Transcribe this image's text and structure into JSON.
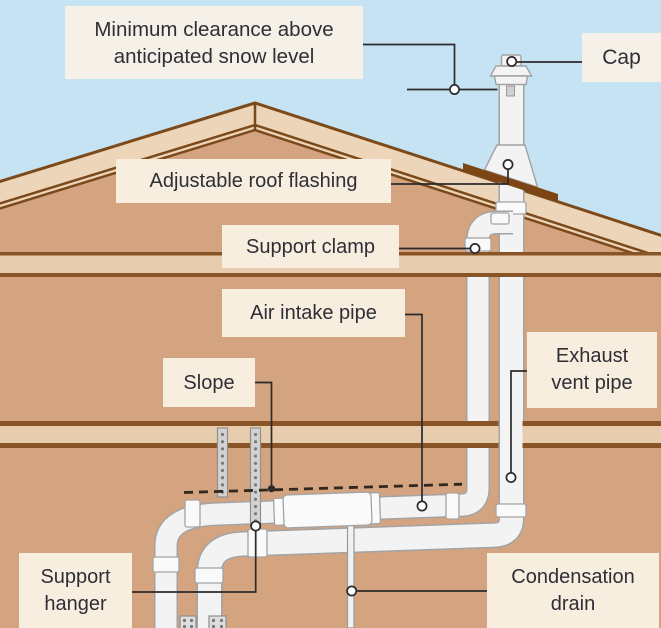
{
  "labels": {
    "min_clearance": {
      "line1": "Minimum clearance above",
      "line2": "anticipated snow level"
    },
    "cap": {
      "line1": "Cap"
    },
    "roof_flashing": {
      "line1": "Adjustable roof flashing"
    },
    "support_clamp": {
      "line1": "Support clamp"
    },
    "air_intake": {
      "line1": "Air intake pipe"
    },
    "slope": {
      "line1": "Slope"
    },
    "support_hanger": {
      "line1": "Support",
      "line2": "hanger"
    },
    "exhaust_vent": {
      "line1": "Exhaust",
      "line2": "vent pipe"
    },
    "condensation_drain": {
      "line1": "Condensation",
      "line2": "drain"
    }
  },
  "colors": {
    "sky": "#c6e3f3",
    "wall": "#d4a480",
    "roof_fill": "#ecd5b8",
    "band_fill": "#e7cdae",
    "line_brown": "#7c4a1a",
    "band_line": "#8a5526",
    "strip": "#7d4513",
    "pipe_fill": "#f3f3f3",
    "pipe_stroke": "#a3a3a3",
    "coupling_fill": "#fafafa",
    "strap_fill": "#d2d2d2",
    "strap_stroke": "#8f8f8f",
    "leader": "#2b2b2b",
    "dash": "#30281f",
    "label_bg": "#f8eee0",
    "label_bg_sky": "#f5f1e8",
    "text": "#2f2e35"
  }
}
